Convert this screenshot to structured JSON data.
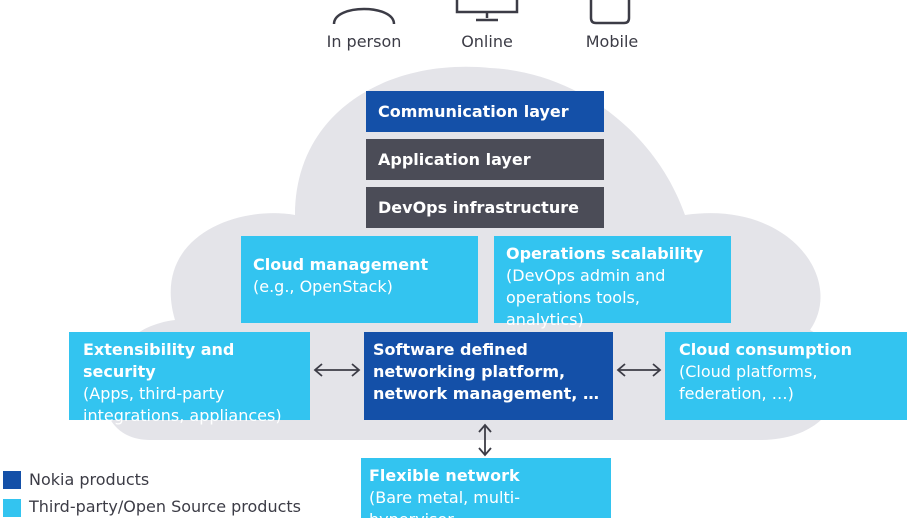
{
  "channels": [
    {
      "label": "In person",
      "icon": "person-icon"
    },
    {
      "label": "Online",
      "icon": "monitor-icon"
    },
    {
      "label": "Mobile",
      "icon": "mobile-phone-icon"
    }
  ],
  "layers": {
    "communication": "Communication layer",
    "application": "Application layer",
    "devops": "DevOps infrastructure"
  },
  "cloud_management": {
    "title": "Cloud management",
    "sub": "(e.g., OpenStack)"
  },
  "operations_scalability": {
    "title": "Operations scalability",
    "sub1": "(DevOps admin and",
    "sub2": "operations tools, analytics)"
  },
  "extensibility": {
    "title": "Extensibility and security",
    "sub1": "(Apps, third-party",
    "sub2": "integrations, appliances)"
  },
  "sdn": {
    "line1": "Software defined",
    "line2": "networking platform,",
    "line3": "network management, …"
  },
  "cloud_consumption": {
    "title": "Cloud consumption",
    "sub1": "(Cloud platforms,",
    "sub2": "federation, …)"
  },
  "flexible_network": {
    "title": "Flexible network",
    "sub": "(Bare metal, multi-hypervisor,"
  },
  "legend": {
    "nokia": "Nokia products",
    "third_party": "Third-party/Open Source products"
  },
  "colors": {
    "nokia_blue": "#1450a8",
    "dark_gray": "#4b4c57",
    "cyan": "#33c4f0",
    "cloud": "#e4e4e9"
  }
}
